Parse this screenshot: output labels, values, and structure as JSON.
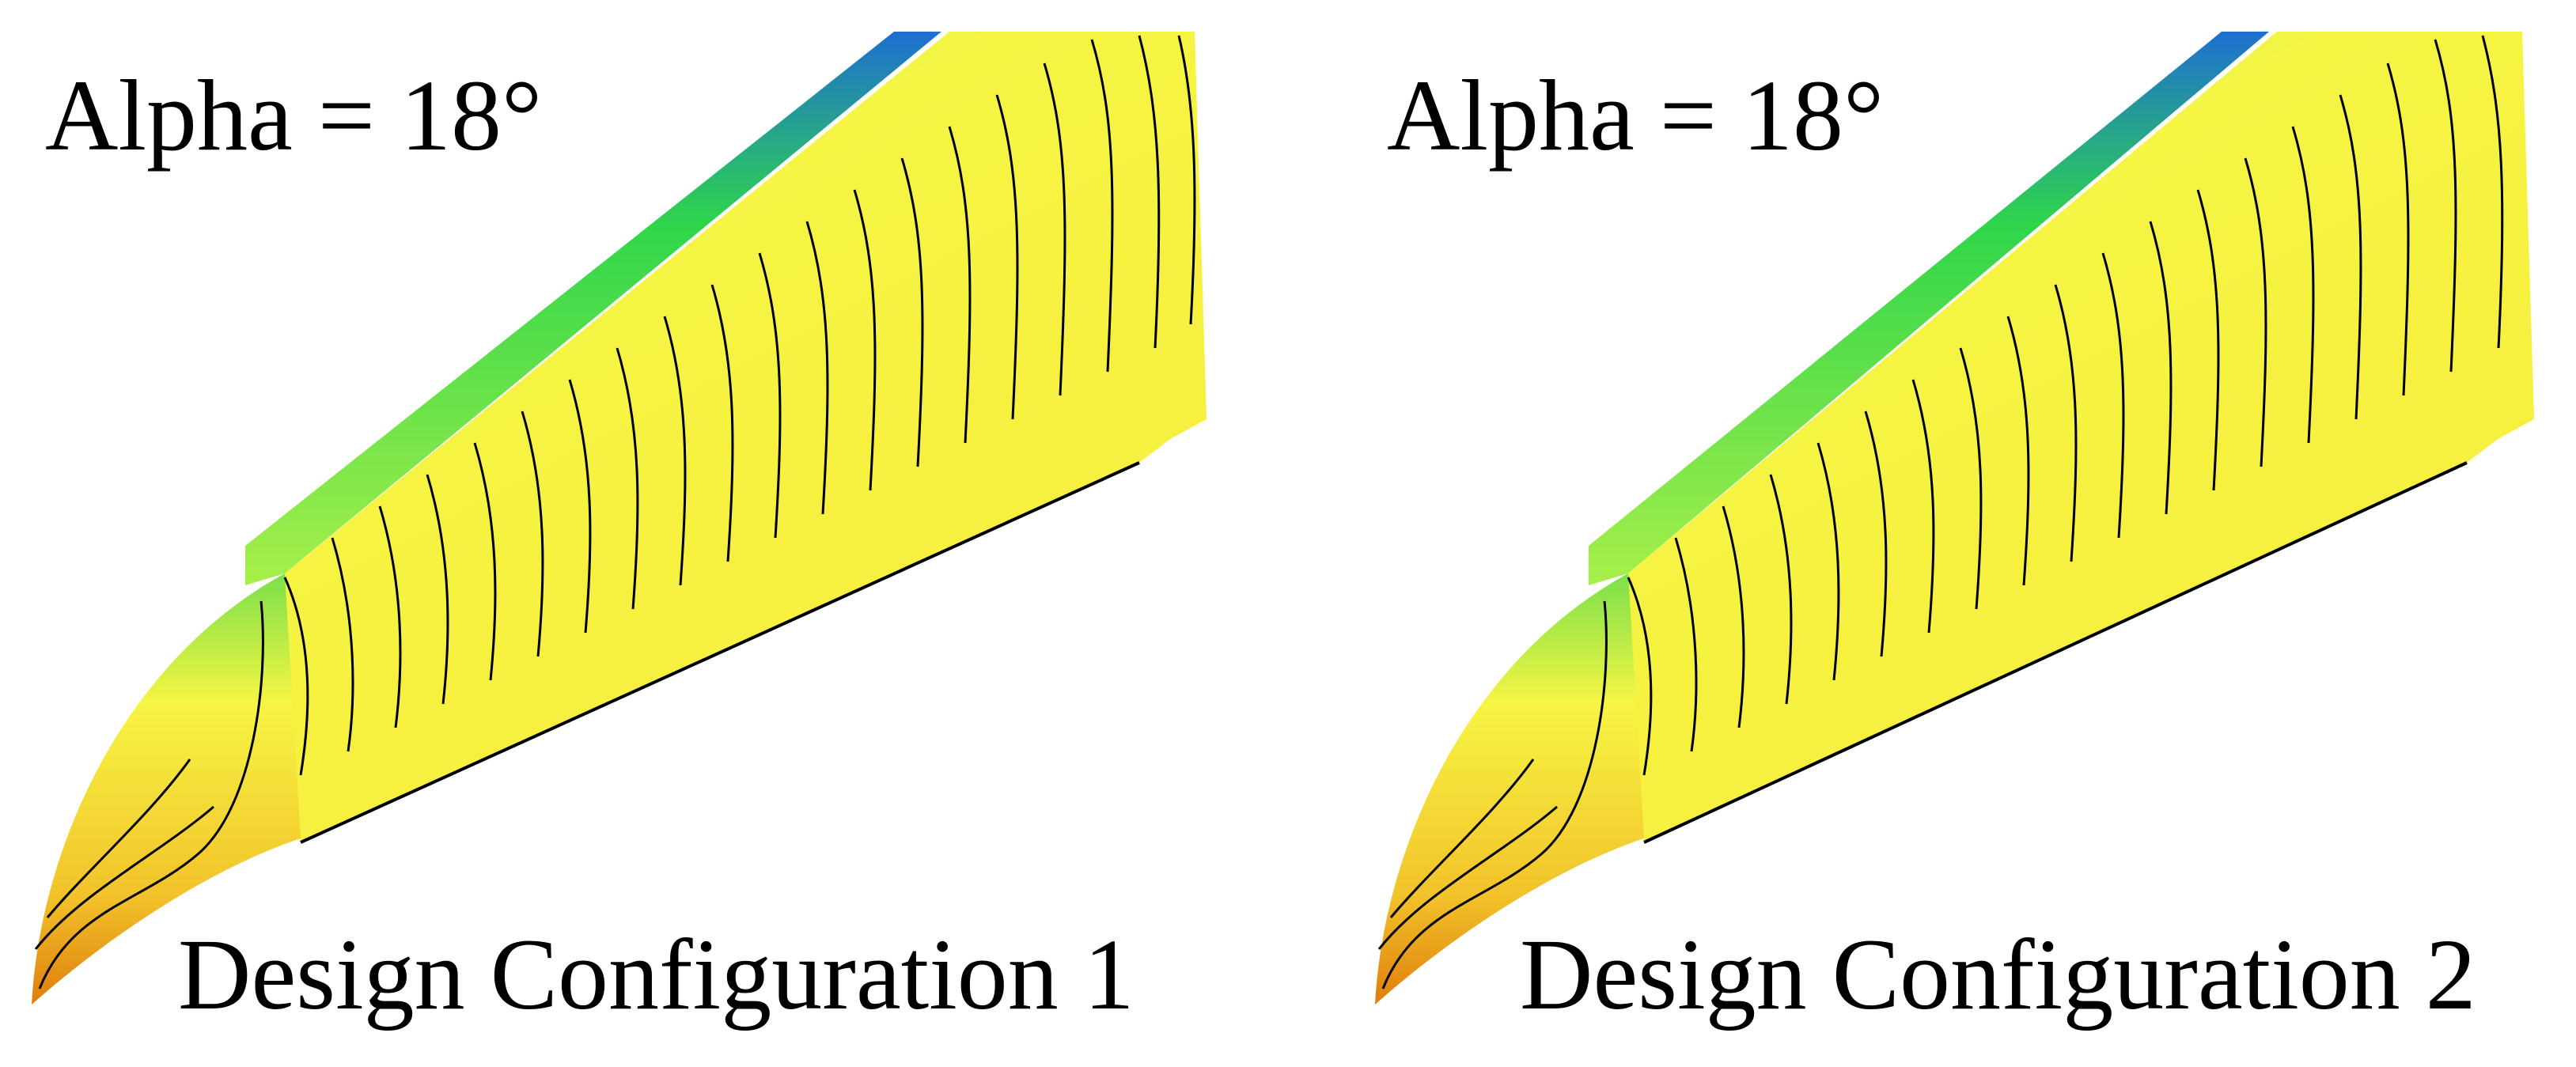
{
  "panels": [
    {
      "alpha_label": "Alpha = 18°",
      "config_label": "Design Configuration 1"
    },
    {
      "alpha_label": "Alpha = 18°",
      "config_label": "Design Configuration 2"
    }
  ],
  "colors": {
    "background": "#ffffff",
    "surface_yellow": "#f6f544",
    "surface_orange": "#e8960f",
    "surface_green": "#2fd64a",
    "surface_blue": "#1e6fd0",
    "streamline": "#000000"
  }
}
